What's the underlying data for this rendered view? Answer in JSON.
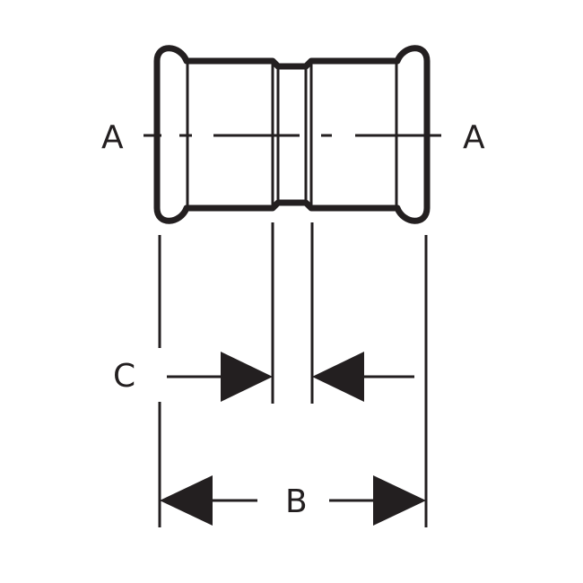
{
  "diagram": {
    "labels": {
      "axis_left": "A",
      "axis_right": "A",
      "dimension_c": "C",
      "dimension_b": "B"
    },
    "colors": {
      "ink": "#231f20",
      "background": "#ffffff"
    }
  }
}
